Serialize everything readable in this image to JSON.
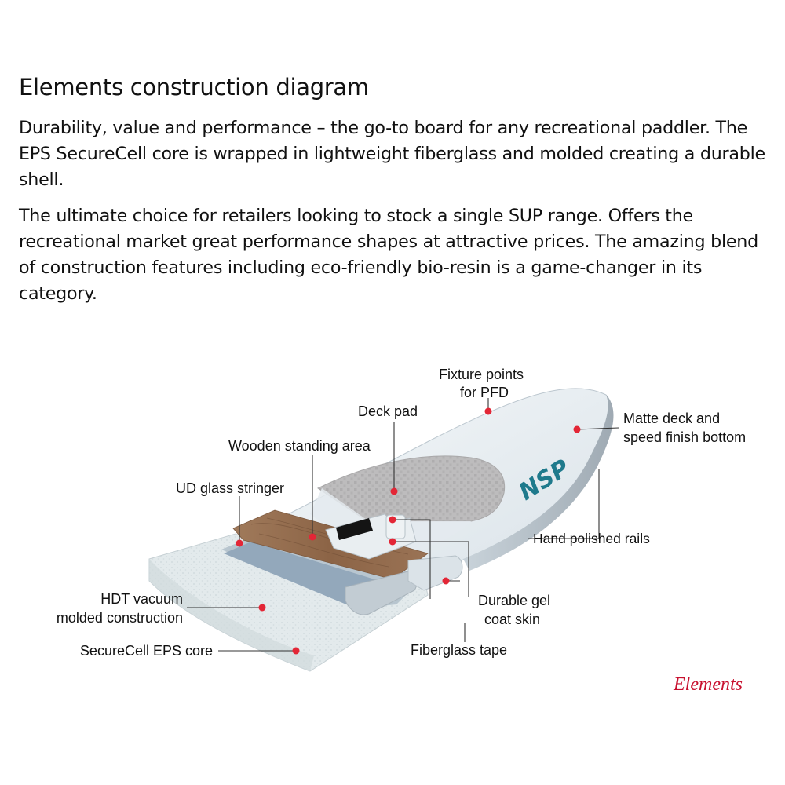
{
  "heading": "Elements construction diagram",
  "paragraphs": [
    "Durability, value and performance – the go-to board for any recreational paddler. The EPS SecureCell core is wrapped in lightweight fiberglass and molded creating a durable shell.",
    "The ultimate choice for retailers looking to stock a single SUP range. Offers the recreational market great performance shapes at attractive prices. The amazing blend of construction features including eco-friendly bio-resin is a game-changer in its category."
  ],
  "diagram": {
    "board_logo": "NSP",
    "signature": "Elements",
    "labels": {
      "fixture_points_1": "Fixture points",
      "fixture_points_2": "for PFD",
      "deck_pad": "Deck pad",
      "matte_deck_1": "Matte deck and",
      "matte_deck_2": "speed finish bottom",
      "wooden_standing_area": "Wooden standing area",
      "ud_glass_stringer": "UD glass stringer",
      "hand_polished_rails": "Hand polished rails",
      "hdt_vacuum_1": "HDT vacuum",
      "hdt_vacuum_2": "molded construction",
      "durable_gel_1": "Durable gel",
      "durable_gel_2": "coat skin",
      "securecell_eps_core": "SecureCell EPS core",
      "fiberglass_tape": "Fiberglass tape"
    },
    "colors": {
      "leader_dot": "#e32636",
      "brand_red": "#c8102e",
      "logo_teal": "#1f7a8c"
    }
  }
}
